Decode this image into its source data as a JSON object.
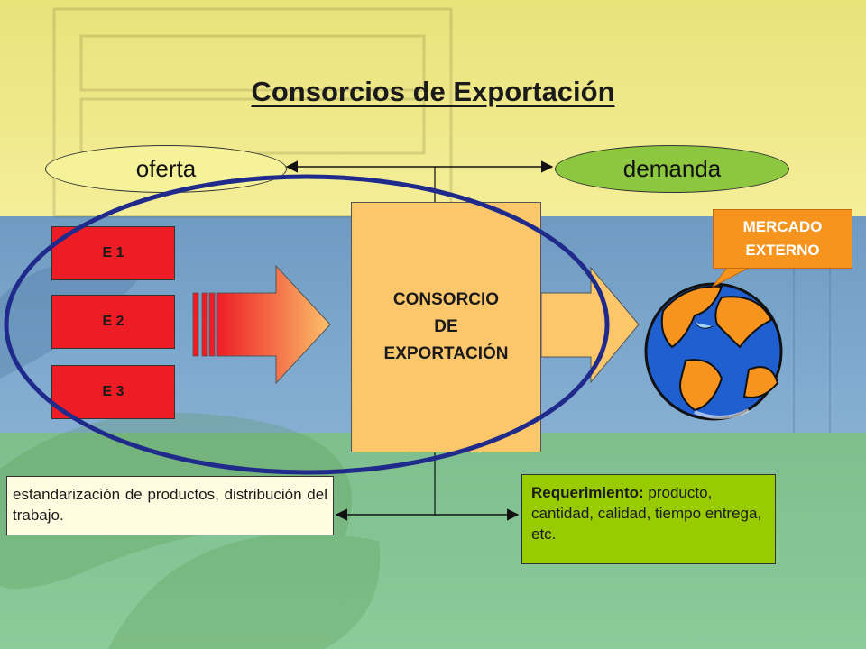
{
  "title": "Consorcios de Exportación",
  "oferta": "oferta",
  "demanda": "demanda",
  "companies": [
    "E 1",
    "E 2",
    "E 3"
  ],
  "consorcio": {
    "line1": "CONSORCIO",
    "line2": "DE",
    "line3": "EXPORTACIÓN"
  },
  "mercado": {
    "line1": "MERCADO",
    "line2": "EXTERNO"
  },
  "left_note": "estandarización de productos, distribución del trabajo.",
  "right_note": {
    "label": "Requerimiento:",
    "text": " producto, cantidad, calidad, tiempo entrega, etc."
  },
  "colors": {
    "company_boxes": "#ee1c25",
    "consorcio_box": "#fbc76a",
    "oferta": "#f5f29a",
    "demanda": "#8dc63f",
    "mercado_callout": "#f7941d",
    "requerimiento_box": "#99cc00",
    "ellipse_outline": "#1f2a8a"
  },
  "icons": [
    "globe-icon",
    "gradient-arrow-icon",
    "block-arrow-icon"
  ]
}
